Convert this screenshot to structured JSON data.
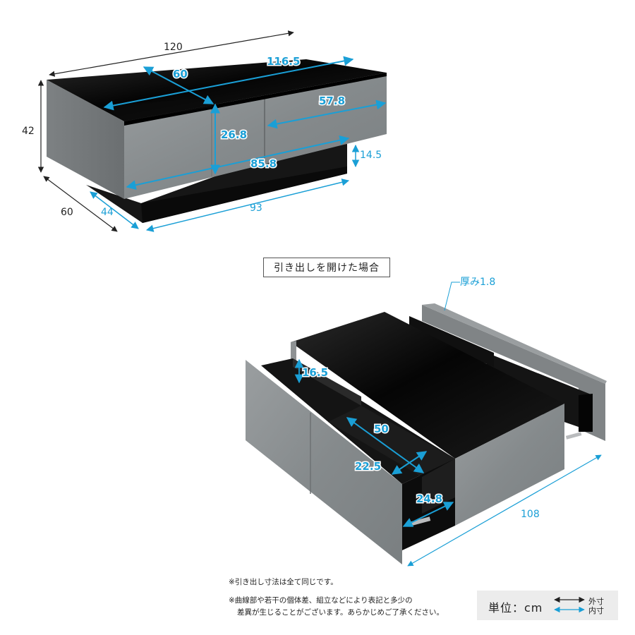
{
  "dimensions": {
    "outer": {
      "width": "120",
      "depth": "60",
      "height": "42",
      "base_depth": "44",
      "base_width": "93"
    },
    "inner": {
      "top_diagonal": "60",
      "top_width": "116.5",
      "drawer_width": "57.8",
      "drawer_height": "26.8",
      "base_height": "14.5",
      "span_width": "85.8"
    },
    "open_drawer": {
      "thickness": "厚み1.8",
      "drawer_height": "16.5",
      "drawer_length": "50",
      "drawer_width": "22.5",
      "drawer_front": "24.8",
      "open_length": "108"
    }
  },
  "open_label": "引き出しを開けた場合",
  "notes": {
    "line1": "※引き出し寸法は全て同じです。",
    "line2": "※曲線部や若干の個体差、組立などにより表記と多少の",
    "line3": "差異が生じることがございます。あらかじめご了承ください。"
  },
  "unit": {
    "label": "単位：cm",
    "outer_label": "外寸",
    "inner_label": "内寸"
  },
  "colors": {
    "inner_dimension": "#1a9fd6",
    "outer_dimension": "#222222",
    "concrete": "#8e9294",
    "glass": "#0d0d0d"
  }
}
